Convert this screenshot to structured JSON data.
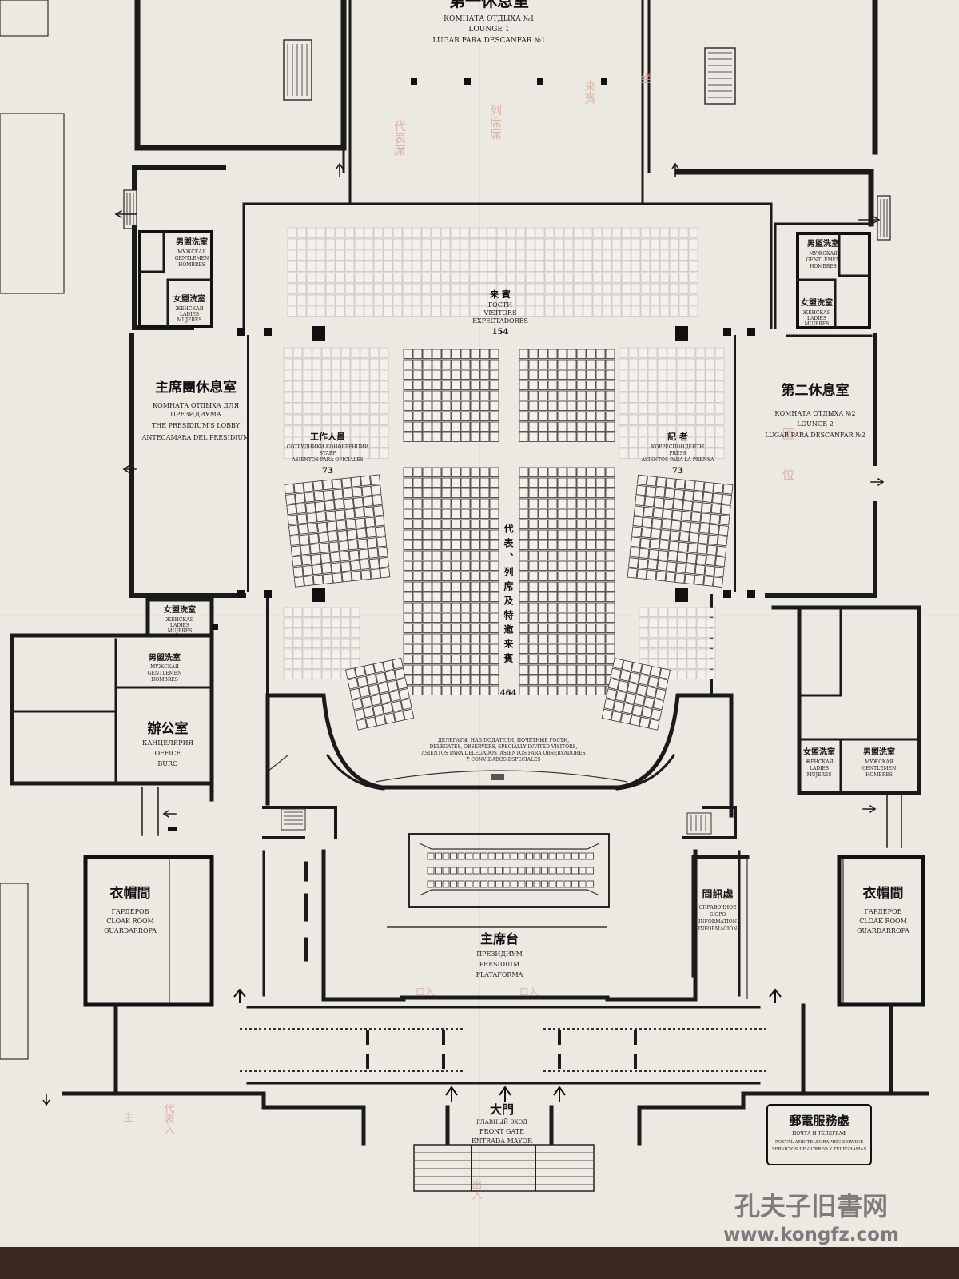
{
  "lounge1": {
    "zh": "第一休息室",
    "ru": "КОМНАТА ОТДЫХА №1",
    "en": "LOUNGE 1",
    "es": "LUGAR PARA DESCANFAR №1"
  },
  "visitors": {
    "zh": "来 賓",
    "ru": "ГОСТИ",
    "en": "VISITORS",
    "es": "EXPECTADORES",
    "count": "154"
  },
  "staff": {
    "zh": "工作人員",
    "ru": "СОТРУДНИКИ КОНФЕРЕНЦИИ",
    "en": "STAFF",
    "es": "ASIENTOS PARA OFICIALES",
    "count": "73"
  },
  "press": {
    "zh": "記 者",
    "ru": "КОРРЕСПОНДЕНТЫ",
    "en": "PRESS",
    "es": "ASIENTOS PARA LA PRENSA",
    "count": "73"
  },
  "delegates": {
    "zh": "代表、列席及特邀来賓",
    "count": "464",
    "ru": "ДЕЛЕГАТЫ, НАБЛЮДАТЕЛИ, ПОЧЕТНЫЕ ГОСТИ,",
    "en": "DELEGATES, OBSERVERS, SPECIALLY INVITED VISITORS,",
    "es1": "ASIENTOS PARA DELEGADOS, ASIENTOS PARA OBSERVADORES",
    "es2": "Y CONVIDADOS ESPECIALES"
  },
  "presidium_lobby": {
    "zh": "主席團休息室",
    "ru1": "КОМНАТА ОТДЫХА ДЛЯ",
    "ru2": "ПРЕЗИДИУМА",
    "en": "THE PRESIDIUM'S LOBBY",
    "es": "ANTECAMARA DEL PRESIDIUM"
  },
  "lounge2": {
    "zh": "第二休息室",
    "ru": "КОМНАТА ОТДЫХА №2",
    "en": "LOUNGE 2",
    "es": "LUGAR PARA DESCANFAR №2"
  },
  "men_toilet": {
    "zh": "男盥洗室",
    "ru": "МУЖСКАЯ",
    "en": "GENTLEMEN",
    "es": "HOMBRES"
  },
  "women_toilet": {
    "zh": "女盥洗室",
    "ru": "ЖЕНСКАЯ",
    "en": "LADIES",
    "es": "MUJERES"
  },
  "office": {
    "zh": "辦公室",
    "ru": "КАНЦЕЛЯРИЯ",
    "en": "OFFICE",
    "es": "BURO"
  },
  "cloak": {
    "zh": "衣帽間",
    "ru": "ГАРДЕРОБ",
    "en": "CLOAK ROOM",
    "es": "GUARDARROPA"
  },
  "info": {
    "zh": "問訊處",
    "ru1": "СПРАВОЧНОЕ",
    "ru2": "БЮРО",
    "en": "INFORMATION",
    "es": "INFORMACIÓN"
  },
  "presidium": {
    "zh": "主席台",
    "ru": "ПРЕЗИДИУМ",
    "en": "PRESIDIUM",
    "es": "PLATAFORMA"
  },
  "front_gate": {
    "zh": "大門",
    "ru": "ГЛАВНЫЙ ВХОД",
    "en": "FRONT GATE",
    "es": "ENTRADA MAYOR"
  },
  "post": {
    "zh": "郵電服務處",
    "ru": "ПОЧТА И ТЕЛЕГРАФ",
    "en": "POSTAL AND TELEGRAPHIC SERVICE",
    "es": "SERVICIOS DE CORREO Y TELEGRAMAS"
  },
  "watermark": {
    "zh": "孔夫子旧書网",
    "url": "www.kongfz.com"
  }
}
